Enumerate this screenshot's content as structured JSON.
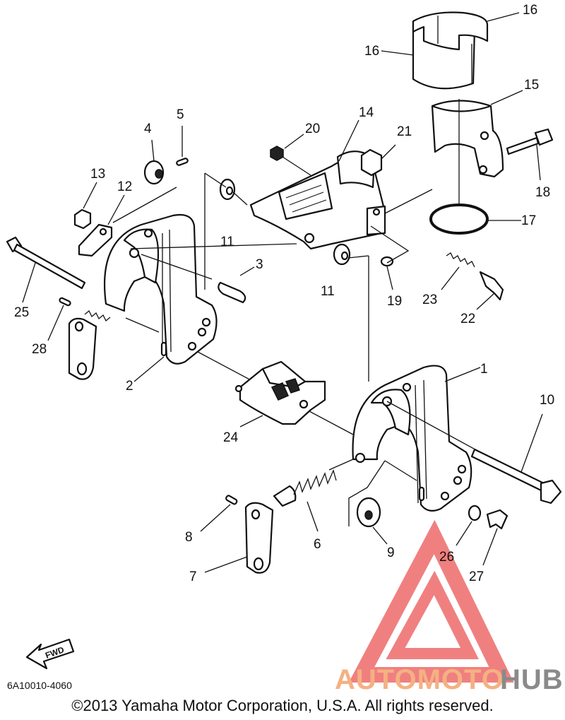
{
  "diagram": {
    "part_labels": [
      "16",
      "16",
      "15",
      "14",
      "20",
      "21",
      "18",
      "17",
      "4",
      "5",
      "13",
      "12",
      "11",
      "3",
      "11",
      "19",
      "23",
      "22",
      "25",
      "28",
      "2",
      "1",
      "10",
      "24",
      "8",
      "6",
      "9",
      "26",
      "27",
      "7"
    ],
    "fwd_label": "FWD",
    "catalog_code": "6A10010-4060",
    "copyright": "©2013 Yamaha Motor Corporation, U.S.A. All rights reserved."
  },
  "watermark": {
    "text_auto": "AUTOMOTO",
    "text_hub": "HUB",
    "colors": {
      "accent": "#f08080",
      "hub": "#8a8a8a",
      "auto": "#f4b183"
    }
  }
}
